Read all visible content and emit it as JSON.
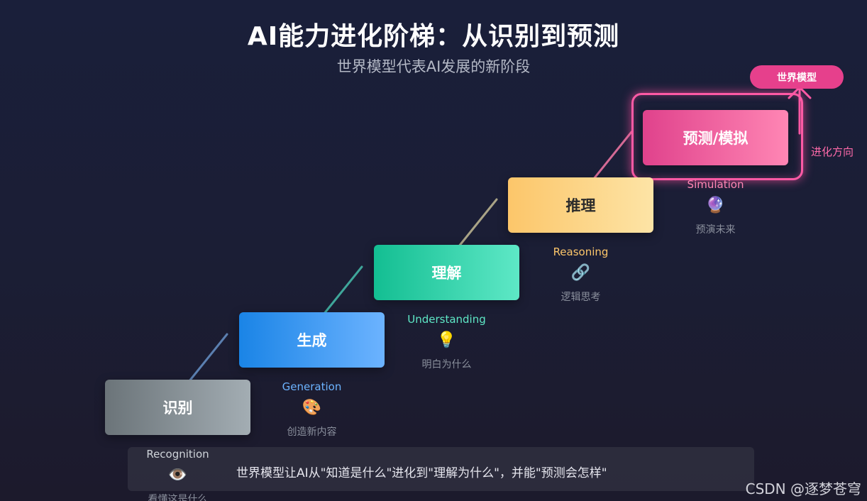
{
  "title": "AI能力进化阶梯：从识别到预测",
  "subtitle": "世界模型代表AI发展的新阶段",
  "steps": [
    {
      "label": "识别",
      "en": "Recognition",
      "icon": "👁️",
      "icon_name": "eye-icon",
      "desc": "看懂这是什么",
      "color": "#a3adb3"
    },
    {
      "label": "生成",
      "en": "Generation",
      "icon": "🎨",
      "icon_name": "palette-icon",
      "desc": "创造新内容",
      "color": "#6cb3ff"
    },
    {
      "label": "理解",
      "en": "Understanding",
      "icon": "💡",
      "icon_name": "lightbulb-icon",
      "desc": "明白为什么",
      "color": "#5ee8c6"
    },
    {
      "label": "推理",
      "en": "Reasoning",
      "icon": "🔗",
      "icon_name": "link-icon",
      "desc": "逻辑思考",
      "color": "#fcc66a"
    },
    {
      "label": "预测/模拟",
      "en": "Simulation",
      "icon": "🔮",
      "icon_name": "crystal-ball-icon",
      "desc": "预演未来",
      "color": "#ff86b4"
    }
  ],
  "badge": "世界模型",
  "direction_label": "进化方向",
  "bottom_text": "世界模型让AI从\"知道是什么\"进化到\"理解为什么\"，并能\"预测会怎样\"",
  "watermark": "CSDN @逐梦苍穹"
}
